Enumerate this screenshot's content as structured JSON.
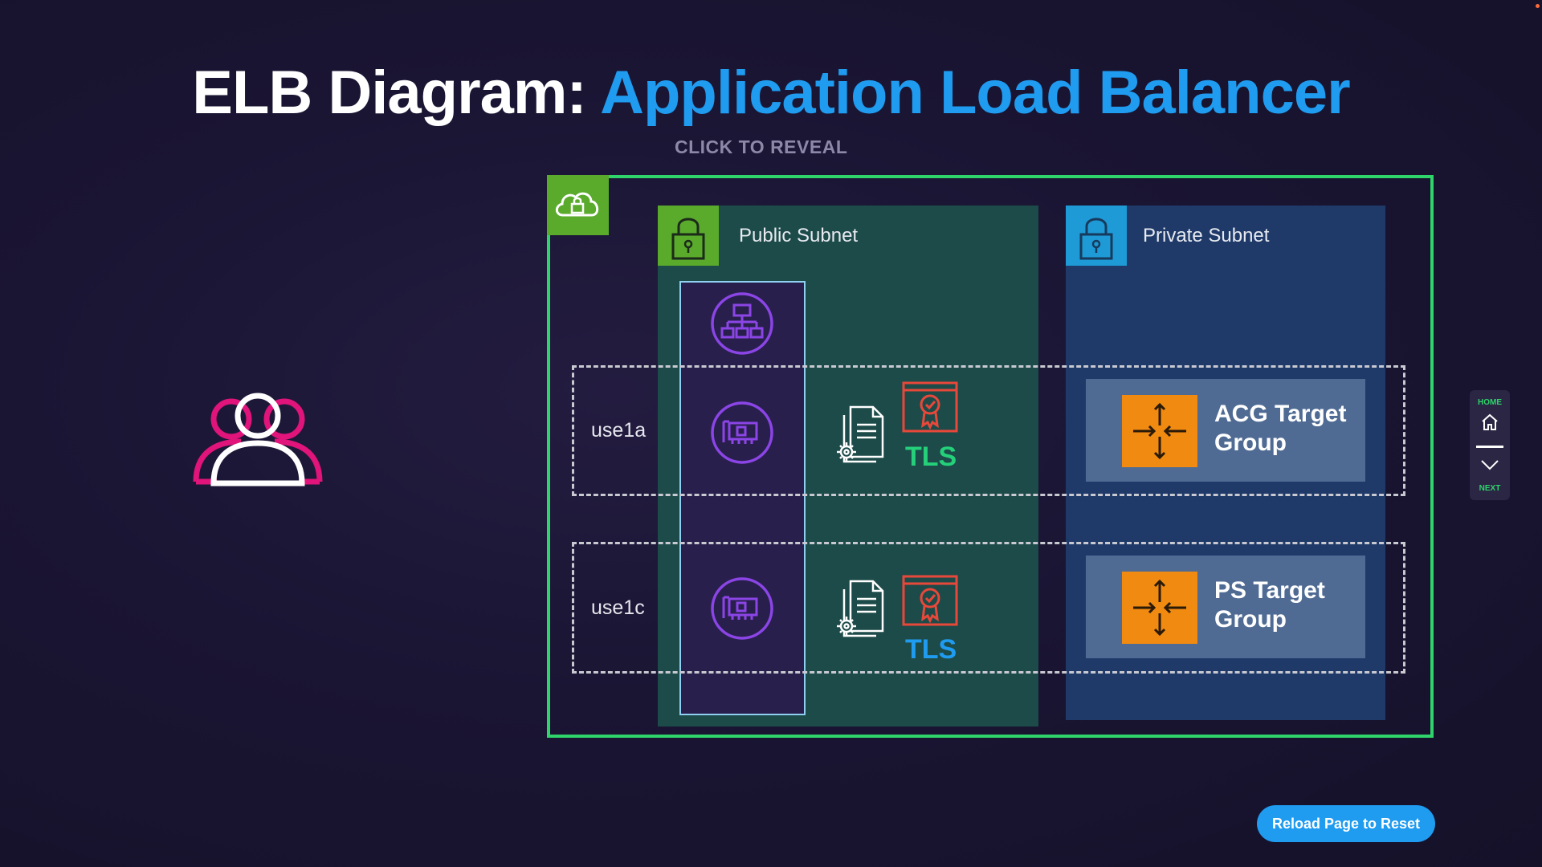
{
  "title": {
    "prefix": "ELB Diagram:",
    "accent": "Application Load Balancer"
  },
  "reveal_label": "CLICK TO REVEAL",
  "public_subnet": {
    "label": "Public Subnet"
  },
  "private_subnet": {
    "label": "Private Subnet"
  },
  "availability_zones": [
    {
      "label": "use1a",
      "tls_label": "TLS",
      "tls_color": "#25d07a"
    },
    {
      "label": "use1c",
      "tls_label": "TLS",
      "tls_color": "#1f9bf0"
    }
  ],
  "target_groups": [
    {
      "label": "ACG Target Group"
    },
    {
      "label": "PS Target Group"
    }
  ],
  "nav": {
    "home_label": "HOME",
    "next_label": "NEXT"
  },
  "reset_button": "Reload Page to Reset",
  "icons": {
    "vpc": "cloud-lock-icon",
    "public_subnet": "padlock-icon",
    "private_subnet": "padlock-icon",
    "load_balancer": "load-balancer-icon",
    "network_interface": "network-interface-icon",
    "config": "document-gear-icon",
    "certificate": "certificate-icon",
    "target_group": "target-group-arrows-icon",
    "user": "users-icon"
  },
  "colors": {
    "accent_blue": "#1f9bf0",
    "vpc_border": "#2fd46a",
    "public_subnet_bg": "#1c4b49",
    "private_subnet_bg": "#1f3a69",
    "target_group_bg": "#4f6b93",
    "target_icon": "#f08a10",
    "alb_purple": "#8b45e6",
    "cert_red": "#e8483a"
  }
}
